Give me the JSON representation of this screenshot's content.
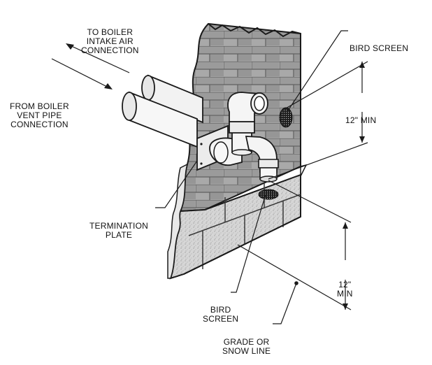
{
  "labels": {
    "intake": [
      "TO BOILER",
      "INTAKE AIR",
      "CONNECTION"
    ],
    "vent": [
      "FROM BOILER",
      "VENT PIPE",
      "CONNECTION"
    ],
    "bird_screen_top": [
      "BIRD SCREEN"
    ],
    "min_upper": [
      "12\" MIN"
    ],
    "termination_plate": [
      "TERMINATION",
      "PLATE"
    ],
    "min_lower": [
      "12\"",
      "MIN"
    ],
    "bird_screen_bottom": [
      "BIRD",
      "SCREEN"
    ],
    "grade": [
      "GRADE OR",
      "SNOW LINE"
    ]
  },
  "colors": {
    "line": "#1a1a1a",
    "brick": "#9a9a9a",
    "mortar": "#6a6a6a",
    "block": "#d4d4d4",
    "pipe": "#f4f4f4",
    "screen": "#222222"
  },
  "icons": [
    "arrow-left-icon",
    "arrow-right-icon"
  ]
}
